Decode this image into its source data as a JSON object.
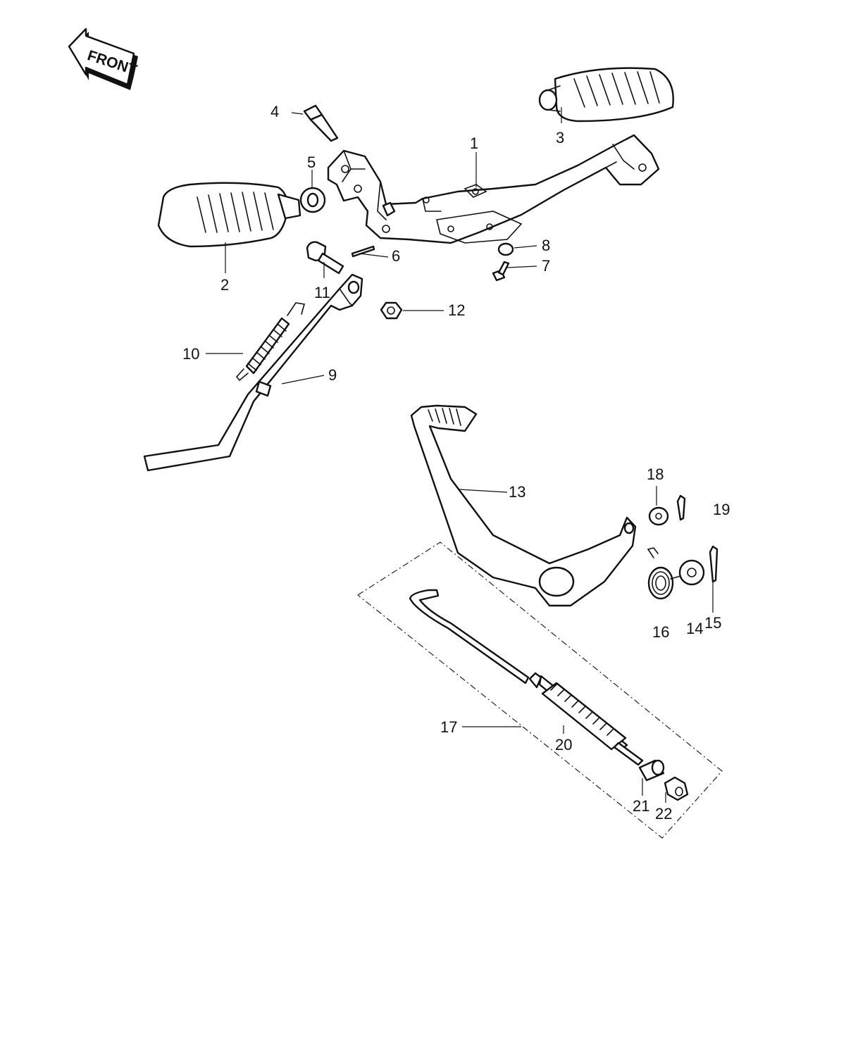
{
  "front_label": "FRONT",
  "callouts": {
    "c1": "1",
    "c2": "2",
    "c3": "3",
    "c4": "4",
    "c5": "5",
    "c6": "6",
    "c7": "7",
    "c8": "8",
    "c9": "9",
    "c10": "10",
    "c11": "11",
    "c12": "12",
    "c13": "13",
    "c14": "14",
    "c15": "15",
    "c16": "16",
    "c17": "17",
    "c18": "18",
    "c19": "19",
    "c20": "20",
    "c21": "21",
    "c22": "22"
  }
}
